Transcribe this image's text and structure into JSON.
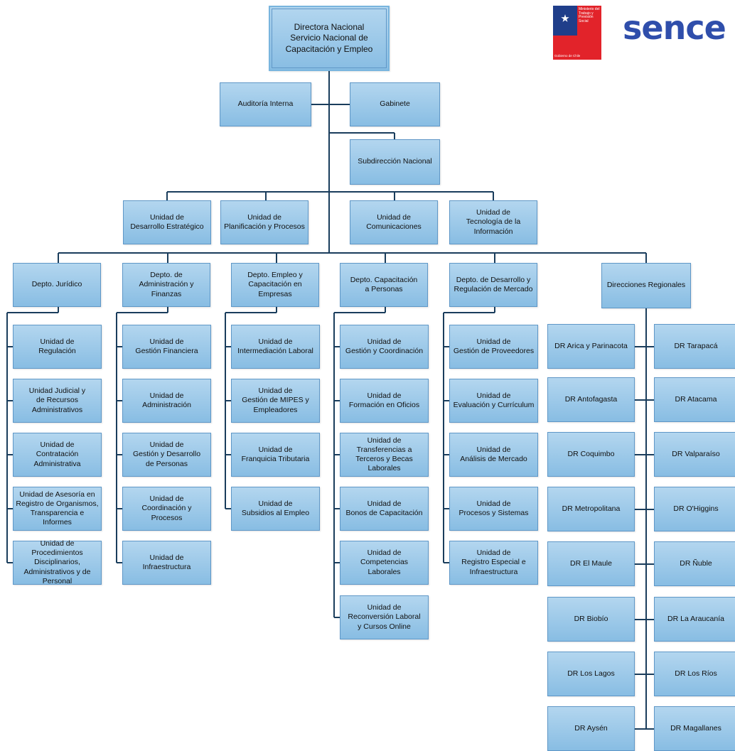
{
  "director": "Directora Nacional\nServicio Nacional de\nCapacitación y Empleo",
  "auditoria": "Auditoría Interna",
  "gabinete": "Gabinete",
  "subdireccion": "Subdirección Nacional",
  "units": [
    "Unidad de\nDesarrollo Estratégico",
    "Unidad de\nPlanificación y Procesos",
    "Unidad de\nComunicaciones",
    "Unidad de\nTecnología de la\nInformación"
  ],
  "departments": [
    {
      "name": "Depto. Jurídico",
      "children": [
        "Unidad de\nRegulación",
        "Unidad Judicial y\nde Recursos\nAdministrativos",
        "Unidad de\nContratación\nAdministrativa",
        "Unidad de Asesoría en\nRegistro de Organismos,\nTransparencia e\nInformes",
        "Unidad de Procedimientos\nDisciplinarios,\nAdministrativos y de\nPersonal"
      ]
    },
    {
      "name": "Depto. de\nAdministración y\nFinanzas",
      "children": [
        "Unidad de\nGestión Financiera",
        "Unidad de\nAdministración",
        "Unidad de\nGestión y Desarrollo\nde Personas",
        "Unidad de\nCoordinación y\nProcesos",
        "Unidad de\nInfraestructura"
      ]
    },
    {
      "name": "Depto. Empleo y\nCapacitación en\nEmpresas",
      "children": [
        "Unidad de\nIntermediación Laboral",
        "Unidad de\nGestión de MIPES y\nEmpleadores",
        "Unidad de\nFranquicia Tributaria",
        "Unidad de\nSubsidios al Empleo"
      ]
    },
    {
      "name": "Depto. Capacitación\na Personas",
      "children": [
        "Unidad de\nGestión y Coordinación",
        "Unidad de\nFormación en Oficios",
        "Unidad de\nTransferencias a\nTerceros y Becas\nLaborales",
        "Unidad de\nBonos de Capacitación",
        "Unidad de\nCompetencias\nLaborales",
        "Unidad de\nReconversión Laboral\ny Cursos Online"
      ]
    },
    {
      "name": "Depto. de Desarrollo y\nRegulación de Mercado",
      "children": [
        "Unidad de\nGestión de Proveedores",
        "Unidad de\nEvaluación y Currículum",
        "Unidad de\nAnálisis de Mercado",
        "Unidad de\nProcesos y Sistemas",
        "Unidad de\nRegistro Especial e\nInfraestructura"
      ]
    }
  ],
  "regional": {
    "name": "Direcciones Regionales",
    "left": [
      "DR Arica y Parinacota",
      "DR Antofagasta",
      "DR Coquimbo",
      "DR Metropolitana",
      "DR El Maule",
      "DR Biobío",
      "DR Los Lagos",
      "DR Aysén"
    ],
    "right": [
      "DR Tarapacá",
      "DR Atacama",
      "DR Valparaíso",
      "DR O'Higgins",
      "DR Ñuble",
      "DR La Araucanía",
      "DR Los Ríos",
      "DR Magallanes"
    ]
  },
  "logo": {
    "ministry": "Ministerio del\nTrabajo y\nPrevisión\nSocial",
    "gobierno": "Gobierno de Chile",
    "sence": "sence",
    "colors": {
      "blue": "#1f3e8a",
      "red": "#e2232a",
      "sence": "#2f4eab"
    }
  },
  "colors": {
    "line": "#1a3d5c",
    "box_fill": "#9fcbec",
    "box_border": "#5f97c7"
  }
}
